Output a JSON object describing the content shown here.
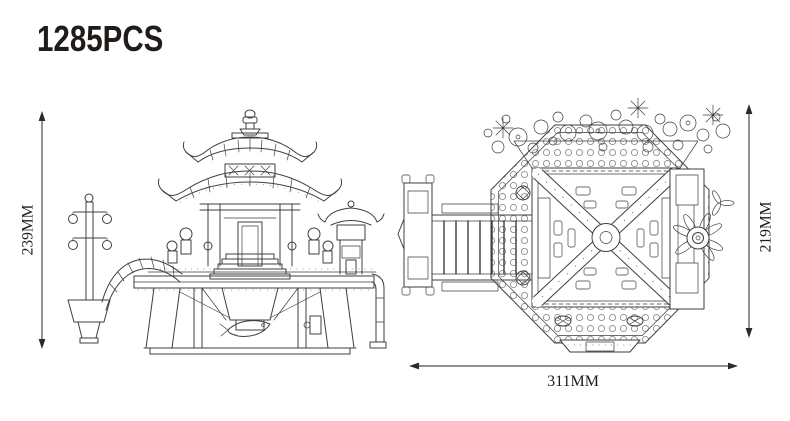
{
  "title": {
    "piece_count": "1285PCS"
  },
  "drawings": {
    "side_view": {
      "icon": "pagoda-fountain-side-elevation-drawing",
      "height_dim": "239MM"
    },
    "top_view": {
      "icon": "pagoda-base-top-plan-drawing",
      "height_dim": "219MM",
      "width_dim": "311MM"
    }
  },
  "colors": {
    "background": "#ffffff",
    "line_ink": "#3f3f3f",
    "dimension_ink": "#4a4a4a",
    "title_ink": "#211c19"
  }
}
